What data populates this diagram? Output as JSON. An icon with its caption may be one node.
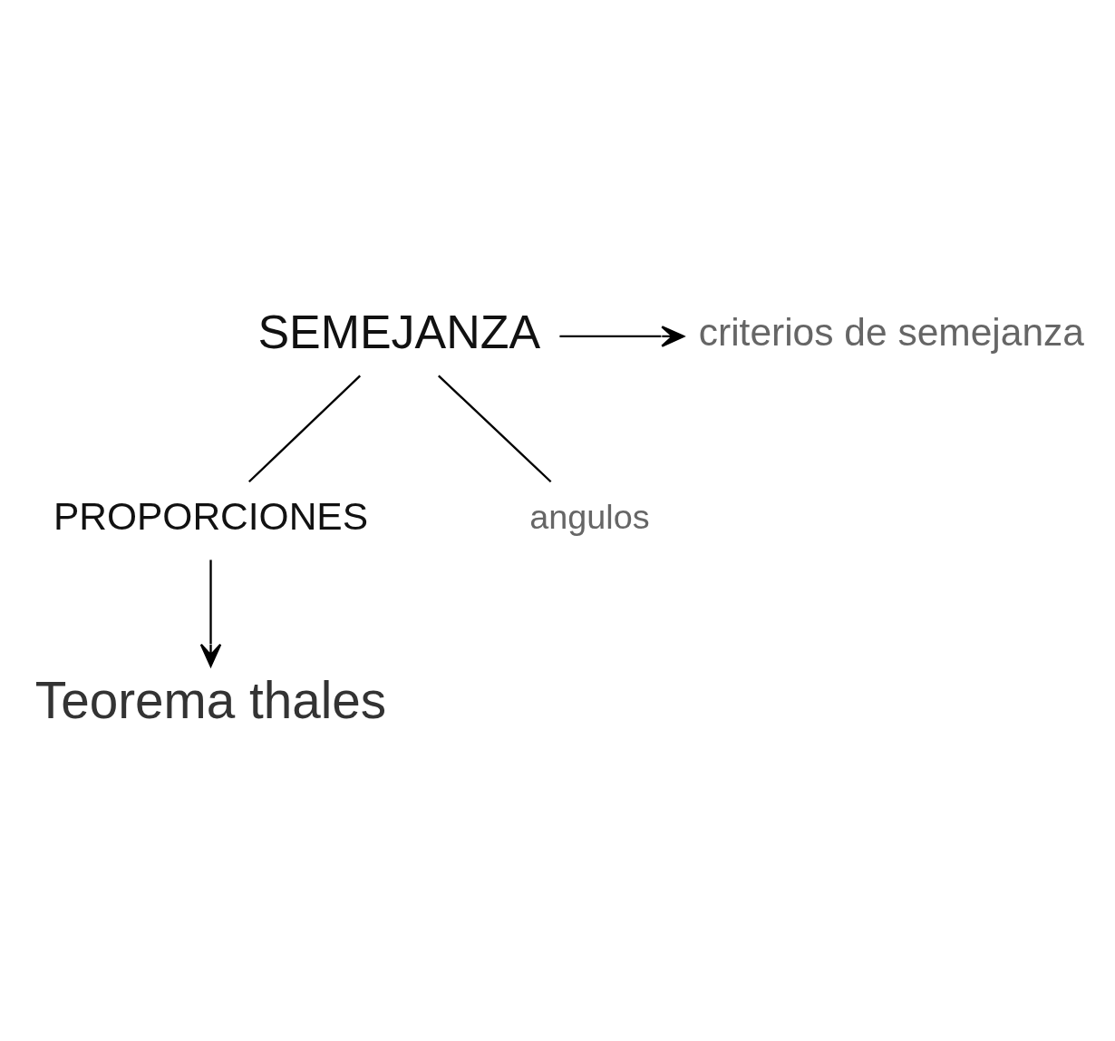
{
  "diagram": {
    "nodes": [
      {
        "text": [
          "SEMEJANZA"
        ]
      },
      {
        "text": [
          "criterios de semejanza"
        ]
      },
      {
        "text": [
          "PROPORCIONES"
        ]
      },
      {
        "text": [
          "angulos"
        ]
      },
      {
        "text": [
          "Teorema thales"
        ]
      }
    ],
    "edges": [
      {
        "from": 0,
        "to": 1,
        "arrow": "to"
      },
      {
        "from": 0,
        "to": 2,
        "arrow": "none"
      },
      {
        "from": 0,
        "to": 3,
        "arrow": "none"
      },
      {
        "from": 2,
        "to": 4,
        "arrow": "to"
      }
    ]
  }
}
